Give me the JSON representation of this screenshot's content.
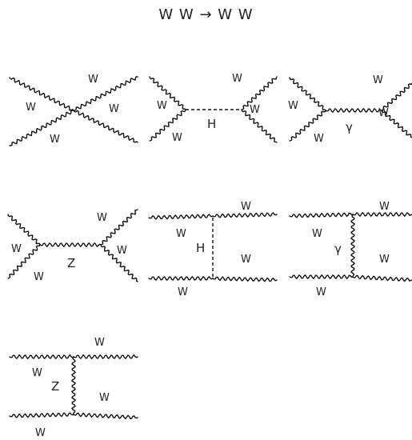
{
  "title": "W W → W W",
  "diagrams": [
    {
      "w_labels": [
        "W",
        "W",
        "W",
        "W"
      ],
      "internal_label": ""
    },
    {
      "w_labels": [
        "W",
        "W",
        "W",
        "W"
      ],
      "internal_label": "H"
    },
    {
      "w_labels": [
        "W",
        "W",
        "W",
        "W"
      ],
      "internal_label": "γ"
    },
    {
      "w_labels": [
        "W",
        "W",
        "W",
        "W"
      ],
      "internal_label": "Z"
    },
    {
      "w_labels": [
        "W",
        "W",
        "W",
        "W"
      ],
      "internal_label": "H"
    },
    {
      "w_labels": [
        "W",
        "W",
        "W",
        "W"
      ],
      "internal_label": "γ"
    },
    {
      "w_labels": [
        "W",
        "W",
        "W",
        "W"
      ],
      "internal_label": "Z"
    }
  ]
}
